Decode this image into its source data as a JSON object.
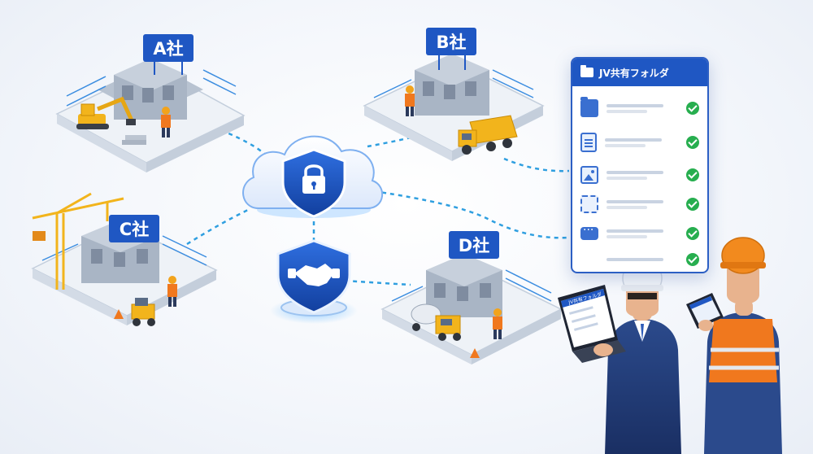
{
  "companies": [
    {
      "label": "A社"
    },
    {
      "label": "B社"
    },
    {
      "label": "C社"
    },
    {
      "label": "D社"
    }
  ],
  "folder": {
    "title": "JV共有フォルダ",
    "files": [
      {
        "icon": "folder-icon",
        "status": "check-icon"
      },
      {
        "icon": "document-icon",
        "status": "check-icon"
      },
      {
        "icon": "image-icon",
        "status": "check-icon"
      },
      {
        "icon": "blueprint-icon",
        "status": "check-icon"
      },
      {
        "icon": "chat-icon",
        "status": "check-icon"
      }
    ]
  },
  "laptop": {
    "screen_title": "JV共有フォルダ"
  },
  "colors": {
    "brand_blue": "#1f57c3",
    "connector": "#2f9fe0",
    "check_green": "#27ae4f",
    "safety_orange": "#f0781e",
    "machine_yellow": "#f2b41c"
  },
  "icons": {
    "cloud": "cloud-icon",
    "lock": "padlock-icon",
    "handshake": "handshake-icon"
  }
}
